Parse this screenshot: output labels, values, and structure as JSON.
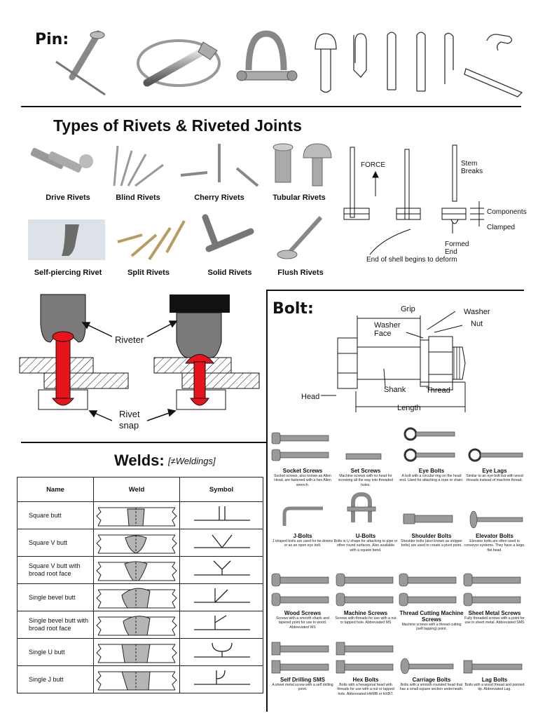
{
  "pin": {
    "title": "Pin:"
  },
  "rivets": {
    "title": "Types of Rivets & Riveted Joints",
    "types": [
      "Drive Rivets",
      "Blind Rivets",
      "Cherry Rivets",
      "Tubular Rivets",
      "Self-piercing Rivet",
      "Split Rivets",
      "Solid Rivets",
      "Flush Rivets"
    ],
    "blind_diagram": {
      "force": "FORCE",
      "stem_breaks": "Stem Breaks",
      "components": "Components",
      "clamped": "Clamped",
      "formed_end": "Formed End",
      "end_of_shell": "End of shell begins to deform"
    }
  },
  "riveting": {
    "riveter": "Riveter",
    "rivet_snap": "Rivet snap"
  },
  "bolt": {
    "title": "Bolt:",
    "parts": {
      "grip": "Grip",
      "washer": "Washer",
      "washer_face": "Washer Face",
      "nut": "Nut",
      "head": "Head",
      "shank": "Shank",
      "thread": "Thread",
      "length": "Length"
    },
    "catalog": [
      {
        "title": "Socket Screws",
        "desc": "Socket screws, also known as Allen Head, are fastened with a hex Allen wrench."
      },
      {
        "title": "Set Screws",
        "desc": "Machine screws with no head for screwing all the way into threaded holes."
      },
      {
        "title": "Eye Bolts",
        "desc": "A bolt with a circular ring on the head end. Used for attaching a rope or chain."
      },
      {
        "title": "Eye Lags",
        "desc": "Similar to an eye bolt but with wood threads instead of machine thread."
      },
      {
        "title": "J-Bolts",
        "desc": "J shaped bolts are used for tie-downs or as an open eye bolt."
      },
      {
        "title": "U-Bolts",
        "desc": "Bolts in U shape for attaching to pipe or other round surfaces. Also available with a square bend."
      },
      {
        "title": "Shoulder Bolts",
        "desc": "Shoulder bolts (also known as stripper bolts) are used to create a pivot point."
      },
      {
        "title": "Elevator Bolts",
        "desc": "Elevator bolts are often used in conveyor systems. They have a large, flat head."
      },
      {
        "title": "Wood Screws",
        "desc": "Screws with a smooth shank and tapered point for use in wood. Abbreviated WS"
      },
      {
        "title": "Machine Screws",
        "desc": "Screws with threads for use with a nut or tapped hole. Abbreviated MS"
      },
      {
        "title": "Thread Cutting Machine Screws",
        "desc": "Machine screws with a thread cutting (self tapping) point."
      },
      {
        "title": "Sheet Metal Screws",
        "desc": "Fully threaded screws with a point for use in sheet metal. Abbreviated SMS"
      },
      {
        "title": "Self Drilling SMS",
        "desc": "A sheet metal screw with a self drilling point."
      },
      {
        "title": "Hex Bolts",
        "desc": "Bolts with a hexagonal head with threads for use with a nut or tapped hole. Abbreviated HHMB or HXBT."
      },
      {
        "title": "Carriage Bolts",
        "desc": "Bolts with a smooth rounded head that has a small square section underneath."
      },
      {
        "title": "Lag Bolts",
        "desc": "Bolts with a wood thread and pointed tip. Abbreviated Lag."
      }
    ]
  },
  "welds": {
    "title": "Welds:",
    "subtitle": "[≠Weldings]",
    "headers": [
      "Name",
      "Weld",
      "Symbol"
    ],
    "rows": [
      "Square butt",
      "Square V butt",
      "Square V butt with broad root face",
      "Single bevel butt",
      "Single bevel butt with broad root face",
      "Single U butt",
      "Single J butt"
    ]
  },
  "colors": {
    "rivet_red": "#e8141c",
    "metal_gray": "#9a9a9a",
    "line": "#111111"
  }
}
